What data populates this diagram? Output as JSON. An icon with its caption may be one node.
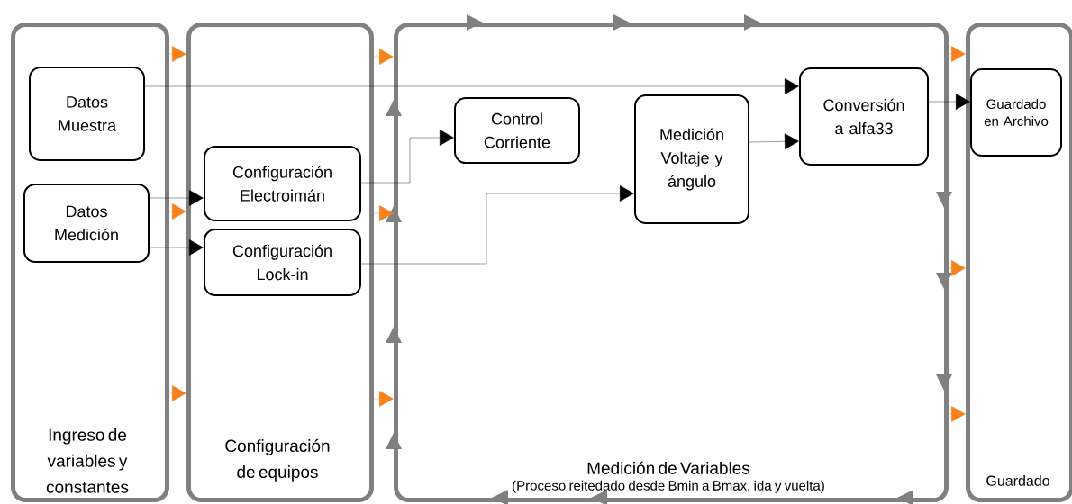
{
  "diagram": {
    "nodes": [
      {
        "text": [
          "Ingreso de variables y constantes"
        ]
      },
      {
        "text": [
          "Configuración de equipos"
        ]
      },
      {
        "text": [
          "Medición de Variables",
          "(Proceso reitedado desde Bmin a Bmax, ida y vuelta)"
        ]
      },
      {
        "text": [
          "Guardado"
        ]
      },
      {
        "text": [
          "Datos Muestra"
        ],
        "in": 0
      },
      {
        "text": [
          "Datos Medición"
        ],
        "in": 0
      },
      {
        "text": [
          "Configuración Electroimán"
        ],
        "in": 1
      },
      {
        "text": [
          "Configuración Lock-in"
        ],
        "in": 1
      },
      {
        "text": [
          "Control Corriente"
        ],
        "in": 2
      },
      {
        "text": [
          "Medición Voltaje y ángulo"
        ],
        "in": 2
      },
      {
        "text": [
          "Conversión a alfa33"
        ],
        "in": 2
      },
      {
        "text": [
          "Guardado en Archivo"
        ],
        "in": 3
      }
    ],
    "edges": [
      {
        "from": 4,
        "to": 10,
        "arrow": "to",
        "color": "#000000"
      },
      {
        "from": 5,
        "to": 6,
        "arrow": "to",
        "color": "#000000"
      },
      {
        "from": 5,
        "to": 7,
        "arrow": "to",
        "color": "#000000"
      },
      {
        "from": 6,
        "to": 8,
        "arrow": "to",
        "color": "#000000"
      },
      {
        "from": 7,
        "to": 9,
        "arrow": "to",
        "color": "#000000"
      },
      {
        "from": 9,
        "to": 10,
        "arrow": "to",
        "color": "#000000"
      },
      {
        "from": 10,
        "to": 11,
        "arrow": "to",
        "color": "#000000"
      },
      {
        "from": 0,
        "to": 1,
        "arrow": "to",
        "color": "#f5821f"
      },
      {
        "from": 0,
        "to": 1,
        "arrow": "to",
        "color": "#f5821f"
      },
      {
        "from": 0,
        "to": 1,
        "arrow": "to",
        "color": "#f5821f"
      },
      {
        "from": 1,
        "to": 2,
        "arrow": "to",
        "color": "#f5821f"
      },
      {
        "from": 1,
        "to": 2,
        "arrow": "to",
        "color": "#f5821f"
      },
      {
        "from": 1,
        "to": 2,
        "arrow": "to",
        "color": "#f5821f"
      },
      {
        "from": 2,
        "to": 3,
        "arrow": "to",
        "color": "#f5821f"
      },
      {
        "from": 2,
        "to": 3,
        "arrow": "to",
        "color": "#f5821f"
      },
      {
        "from": 2,
        "to": 3,
        "arrow": "to",
        "color": "#f5821f"
      }
    ]
  }
}
